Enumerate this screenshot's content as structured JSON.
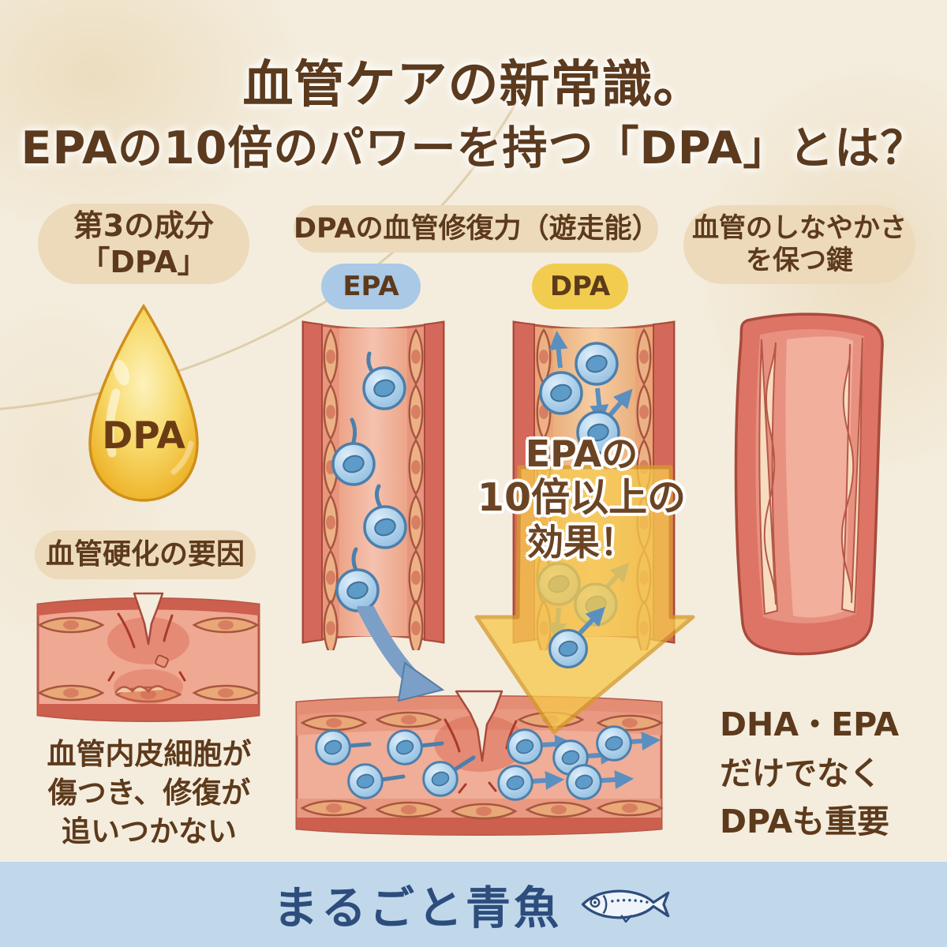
{
  "colors": {
    "background": "#f4edde",
    "title_text": "#5b3a1e",
    "badge_bg": "#ecdabb",
    "badge_text": "#5d3a1c",
    "epa_pill_bg": "#a9c9e6",
    "dpa_pill_bg": "#f1cc4f",
    "drop_gold": "#f2c63e",
    "vessel_red": "#d4685a",
    "vessel_wall": "#e8957e",
    "cell_blue": "#a8cde9",
    "motion_arrow_blue": "#5b8fc0",
    "highlight_arrow_yellow": "#f6c94e",
    "effect_text": "#6b4423",
    "footer_band": "#c1d8eb",
    "brand_navy": "#2d4d7d"
  },
  "title": {
    "line1": "血管ケアの新常識。",
    "line2": "EPAの10倍のパワーを持つ「DPA」とは？"
  },
  "left_column": {
    "badge": {
      "line1": "第3の成分",
      "line2": "「DPA」"
    },
    "drop_label": "DPA",
    "cause_badge": "血管硬化の要因",
    "caption": {
      "line1": "血管内皮細胞が",
      "line2": "傷つき、修復が",
      "line3": "追いつかない"
    }
  },
  "middle_column": {
    "badge": "DPAの血管修復力（遊走能）",
    "epa_pill": "EPA",
    "dpa_pill": "DPA",
    "effect": {
      "line1": "EPAの",
      "line2": "10倍以上の",
      "line3": "効果！"
    }
  },
  "right_column": {
    "badge": {
      "line1": "血管のしなやかさ",
      "line2": "を保つ鍵"
    },
    "caption": {
      "line1": "DHA・EPA",
      "line2": "だけでなく",
      "line3": "DPAも重要"
    }
  },
  "footer": {
    "brand": "まるごと青魚",
    "fish_icon": "fish-icon"
  }
}
